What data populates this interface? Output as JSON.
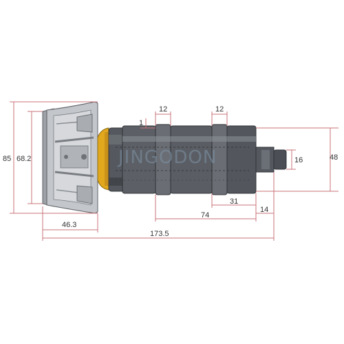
{
  "drawing": {
    "watermark": "JINGODON",
    "colors": {
      "dimension_line": "#c8737a",
      "dimension_text": "#333333",
      "body_dark": "#4b4f55",
      "body_light": "#8d9299",
      "housing": "#b9bcc0",
      "bearing_gold": "#e1a81e",
      "watermark": "#7f93a8"
    }
  },
  "dimensions": {
    "overall_height": "85",
    "housing_inner_height": "68.2",
    "ring_width_left": "12",
    "ring_width_right": "12",
    "step_small": "1",
    "shaft_diameter": "16",
    "body_diameter": "48",
    "segment_length": "31",
    "shaft_length": "14",
    "body_length": "74",
    "housing_depth": "46.3",
    "overall_length": "173.5"
  }
}
